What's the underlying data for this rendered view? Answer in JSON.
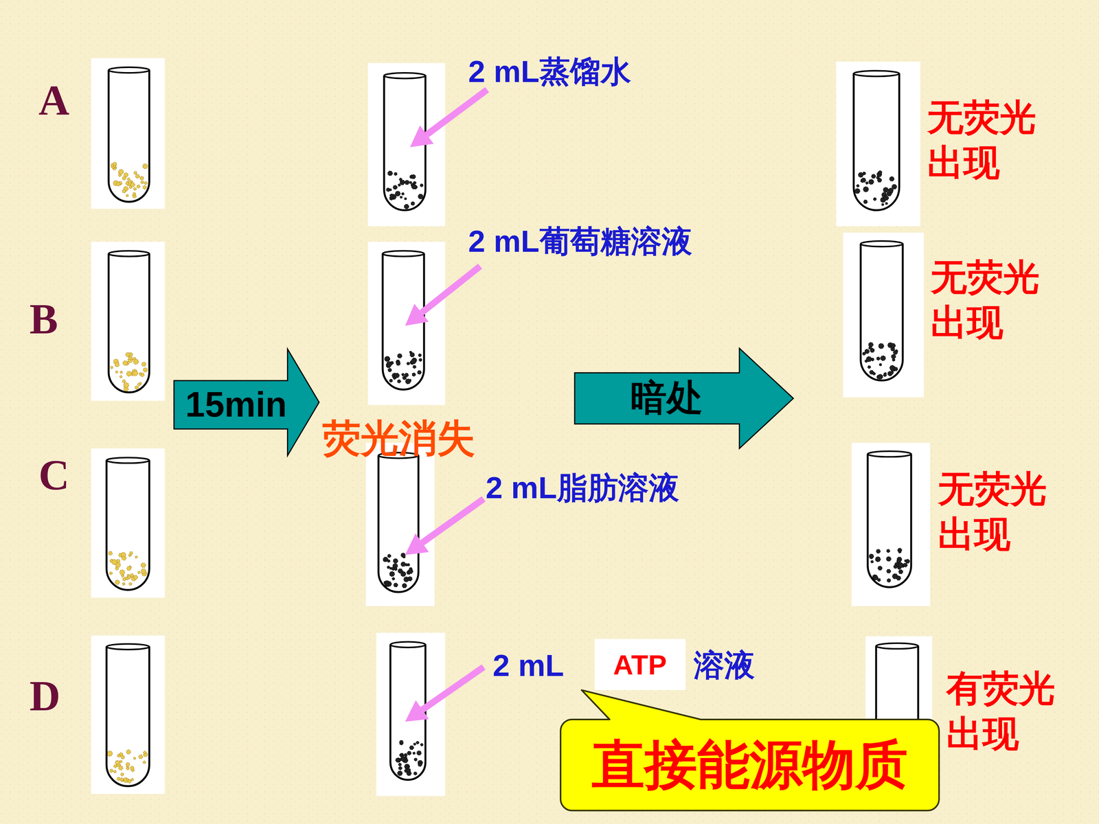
{
  "diagram": {
    "nodes": [
      {
        "text": [
          "15min"
        ]
      },
      {
        "text": [
          "暗处"
        ]
      },
      {
        "text": [
          "ATP"
        ]
      },
      {
        "text": [
          "直接能源物质"
        ]
      }
    ],
    "labels": [
      "A",
      "B",
      "C",
      "D",
      "荧光消失",
      "2 mL蒸馏水",
      "2 mL葡萄糖溶液",
      "2 mL脂肪溶液",
      "2 mL",
      "溶液",
      "无荧光 出现",
      "无荧光 出现",
      "无荧光 出现",
      "有荧光 出现"
    ]
  }
}
